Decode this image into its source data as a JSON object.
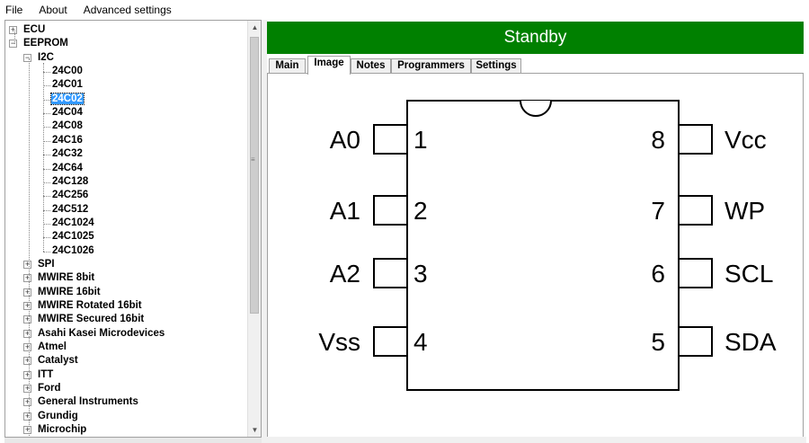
{
  "menu": {
    "file": "File",
    "about": "About",
    "advanced": "Advanced settings"
  },
  "tree": {
    "ecu": "ECU",
    "eeprom": "EEPROM",
    "i2c": "I2C",
    "i2c_items": [
      "24C00",
      "24C01",
      "24C02",
      "24C04",
      "24C08",
      "24C16",
      "24C32",
      "24C64",
      "24C128",
      "24C256",
      "24C512",
      "24C1024",
      "24C1025",
      "24C1026"
    ],
    "selected": "24C02",
    "groups": [
      "SPI",
      "MWIRE 8bit",
      "MWIRE 16bit",
      "MWIRE Rotated 16bit",
      "MWIRE Secured 16bit",
      "Asahi Kasei Microdevices",
      "Atmel",
      "Catalyst",
      "ITT",
      "Ford",
      "General Instruments",
      "Grundig",
      "Microchip"
    ]
  },
  "status": "Standby",
  "status_color": "#008000",
  "selection_color": "#3399ff",
  "tabs": [
    "Main",
    "Image",
    "Notes",
    "Programmers",
    "Settings"
  ],
  "active_tab": "Image",
  "chip": {
    "left_pins": [
      {
        "num": "1",
        "name": "A0"
      },
      {
        "num": "2",
        "name": "A1"
      },
      {
        "num": "3",
        "name": "A2"
      },
      {
        "num": "4",
        "name": "Vss"
      }
    ],
    "right_pins": [
      {
        "num": "8",
        "name": "Vcc"
      },
      {
        "num": "7",
        "name": "WP"
      },
      {
        "num": "6",
        "name": "SCL"
      },
      {
        "num": "5",
        "name": "SDA"
      }
    ]
  },
  "icons": {
    "expand": "plus-box-icon",
    "collapse": "minus-box-icon",
    "scroll_up": "arrow-up-icon",
    "scroll_down": "arrow-down-icon"
  }
}
